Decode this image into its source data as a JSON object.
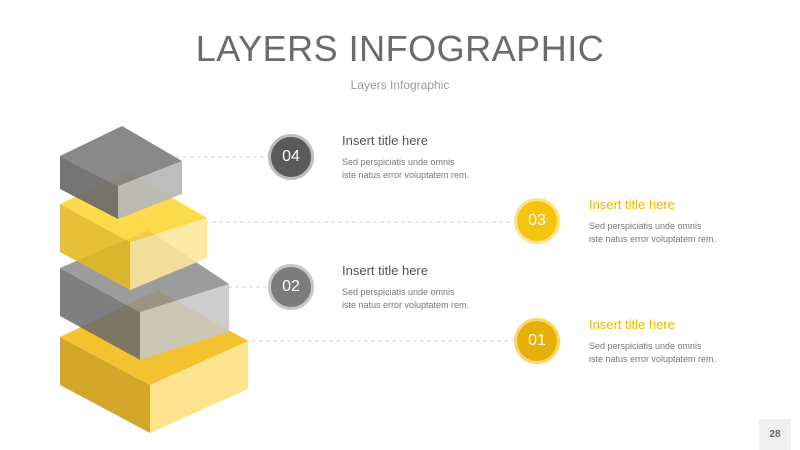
{
  "header": {
    "title": "LAYERS INFOGRAPHIC",
    "subtitle": "Layers Infographic"
  },
  "colors": {
    "dark_gray": "#5a5a5a",
    "mid_gray": "#7c7c7c",
    "yellow": "#f4c40f",
    "gold": "#e6b00a",
    "title_gray": "#6b6b6b"
  },
  "items": [
    {
      "number": "04",
      "title": "Insert title here",
      "desc_line1": "Sed perspiciatis unde omnis",
      "desc_line2": "iste natus error voluptatem rem."
    },
    {
      "number": "03",
      "title": "Insert title here",
      "desc_line1": "Sed perspiciatis unde omnis",
      "desc_line2": "iste natus error voluptatem rem."
    },
    {
      "number": "02",
      "title": "Insert title here",
      "desc_line1": "Sed perspiciatis unde omnis",
      "desc_line2": "iste natus error voluptatem rem."
    },
    {
      "number": "01",
      "title": "Insert title here",
      "desc_line1": "Sed perspiciatis unde omnis",
      "desc_line2": "iste natus error voluptatem rem."
    }
  ],
  "footer": {
    "page_number": "28"
  }
}
